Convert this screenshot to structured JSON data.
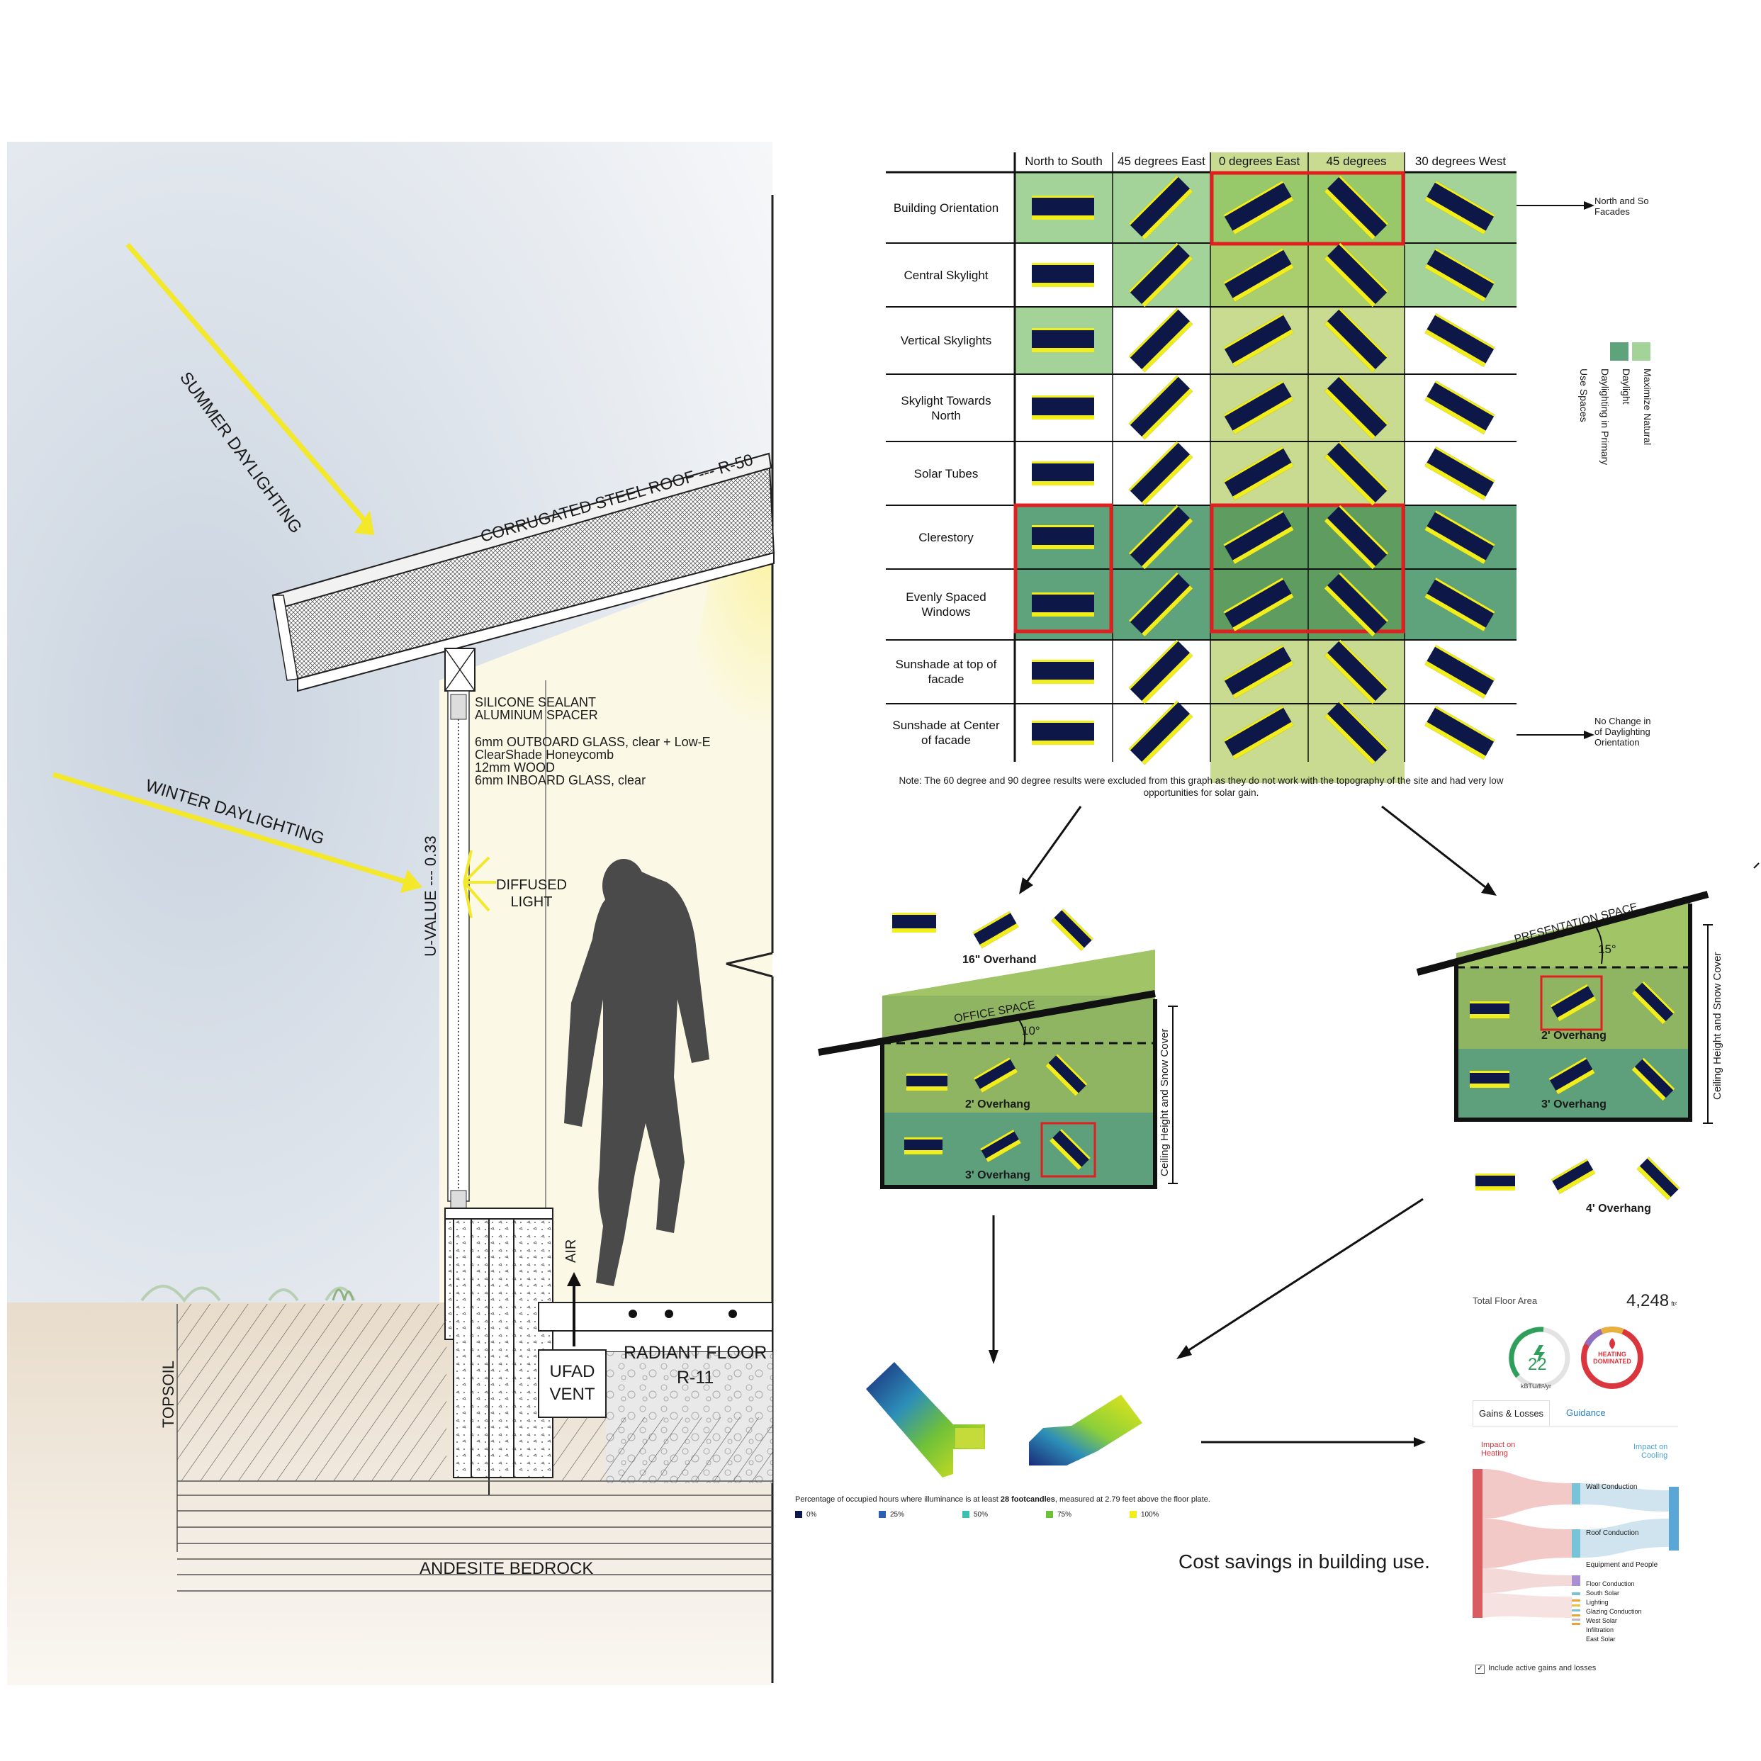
{
  "section": {
    "summer_daylighting": "SUMMER DAYLIGHTING",
    "winter_daylighting": "WINTER DAYLIGHTING",
    "roof": "CORRUGATED STEEL ROOF --- R-50",
    "u_value": "U-VALUE --- 0.33",
    "diffused_light": "DIFFUSED\nLIGHT",
    "wall_layers": [
      "SILICONE SEALANT",
      "ALUMINUM SPACER",
      "6mm OUTBOARD GLASS, clear + Low-E",
      "ClearShade Honeycomb",
      "12mm WOOD",
      "6mm INBOARD GLASS, clear"
    ],
    "air": "AIR",
    "ufad_vent": "UFAD\nVENT",
    "radiant_floor": "RADIANT FLOOR",
    "radiant_r": "R-11",
    "topsoil": "TOPSOIL",
    "bedrock": "ANDESITE BEDROCK"
  },
  "matrix": {
    "columns": [
      "North to South",
      "45 degrees East",
      "0 degrees East",
      "45 degrees",
      "30 degrees West"
    ],
    "rows": [
      "Building Orientation",
      "Central Skylight",
      "Vertical Skylights",
      "Skylight Towards North",
      "Solar Tubes",
      "Clerestory",
      "Evenly Spaced Windows",
      "Sunshade at top of facade",
      "Sunshade at Center of facade"
    ],
    "note": "Note: The 60 degree and 90 degree results were excluded from this graph as they do not work with the topography of the site and had very low opportunities for solar gain.",
    "side_top": "North and So\nFacades",
    "side_bottom": "No Change in\nof Daylighting\nOrientation",
    "legend_text": "Maximize Natural Daylight\nDaylighting in Primary Use Spaces",
    "colors": {
      "light_green": "#a6d49a",
      "mid_green": "#c5d88f",
      "dark_green": "#5fa57c",
      "highlight": "#e02020",
      "navy": "#0e1848",
      "yellow": "#f2ee1c"
    }
  },
  "office": {
    "overhang_16": "16\" Overhand",
    "title": "OFFICE SPACE",
    "angle": "10°",
    "overhang_2": "2' Overhang",
    "overhang_3": "3' Overhang",
    "ceiling": "Ceiling Height and Snow Cover"
  },
  "presentation": {
    "title": "PRESENTATION SPACE",
    "angle": "15°",
    "overhang_2": "2' Overhang",
    "overhang_3": "3' Overhang",
    "overhang_4": "4' Overhang",
    "ceiling": "Ceiling Height and Snow Cover"
  },
  "illuminance": {
    "caption_pre": "Percentage of occupied hours where illuminance is at least ",
    "caption_bold": "28 footcandles",
    "caption_post": ", measured at 2.79 feet above the floor plate.",
    "legend": [
      {
        "label": "0%",
        "color": "#0e1848"
      },
      {
        "label": "25%",
        "color": "#2b5fb4"
      },
      {
        "label": "50%",
        "color": "#3bbfb0"
      },
      {
        "label": "75%",
        "color": "#6ec03a"
      },
      {
        "label": "100%",
        "color": "#f2ee1c"
      }
    ]
  },
  "cost_savings": "Cost savings in building use.",
  "energy": {
    "total_floor_area_label": "Total Floor Area",
    "total_floor_area_value": "4,248",
    "area_unit": "ft²",
    "eui": "22",
    "eui_unit": "kBTU/ft²/yr",
    "heating_badge": "HEATING\nDOMINATED",
    "tab_gains": "Gains & Losses",
    "tab_guidance": "Guidance",
    "impact_heating": "Impact on\nHeating",
    "impact_cooling": "Impact on\nCooling",
    "flows": [
      "Wall Conduction",
      "Roof Conduction",
      "Equipment and People",
      "Floor Conduction",
      "South Solar",
      "Lighting",
      "Glazing Conduction",
      "West Solar",
      "Infiltration",
      "East Solar"
    ],
    "checkbox_label": "Include active gains and losses"
  }
}
